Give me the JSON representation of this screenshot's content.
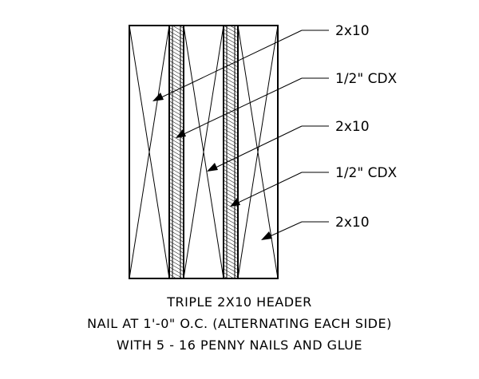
{
  "labels": [
    "2x10",
    "1/2\" CDX",
    "2x10",
    "1/2\" CDX",
    "2x10"
  ],
  "caption": {
    "line1": "TRIPLE 2X10 HEADER",
    "line2": "NAIL AT 1'-0\" O.C. (ALTERNATING EACH SIDE)",
    "line3": "WITH 5 - 16 PENNY NAILS AND GLUE"
  }
}
